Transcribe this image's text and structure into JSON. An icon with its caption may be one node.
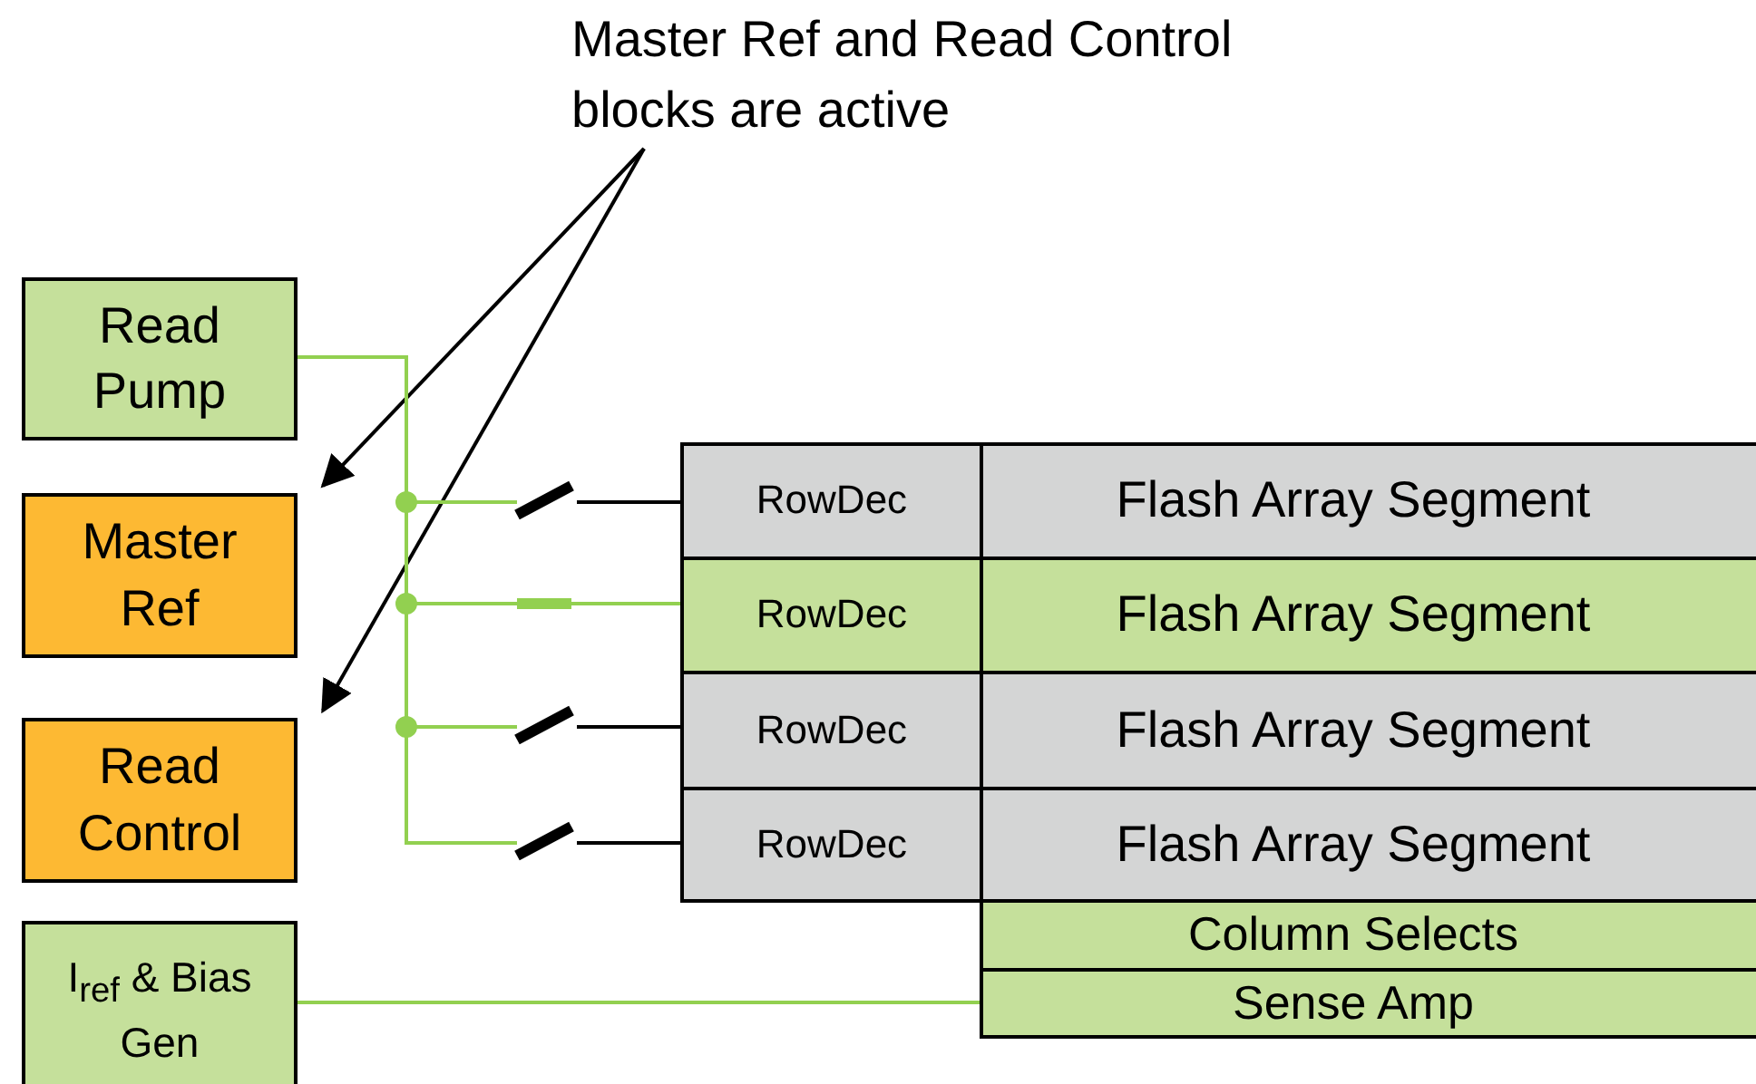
{
  "diagram": {
    "nodes": [
      {
        "text": [
          "Master Ref and Read Control blocks are active"
        ]
      },
      {
        "text": [
          "Read Pump"
        ]
      },
      {
        "text": [
          "Master Ref"
        ]
      },
      {
        "text": [
          "Read Control"
        ]
      },
      {
        "text": [
          "I$_{ref}$ & Bias Gen"
        ]
      },
      {
        "text": [
          "RowDec"
        ]
      },
      {
        "text": [
          "RowDec"
        ]
      },
      {
        "text": [
          "RowDec"
        ]
      },
      {
        "text": [
          "RowDec"
        ]
      },
      {
        "text": [
          "Flash Array Segment"
        ]
      },
      {
        "text": [
          "Flash Array Segment"
        ]
      },
      {
        "text": [
          "Flash Array Segment"
        ]
      },
      {
        "text": [
          "Flash Array Segment"
        ]
      },
      {
        "text": [
          "Column Selects"
        ]
      },
      {
        "text": [
          "Sense Amp"
        ]
      }
    ],
    "edges": [
      {
        "from": 0,
        "to": 2,
        "arrow": "to",
        "color": "#000000"
      },
      {
        "from": 0,
        "to": 3,
        "arrow": "to",
        "color": "#000000"
      },
      {
        "from": 1,
        "to": 5,
        "arrow": "none"
      },
      {
        "from": 1,
        "to": 6,
        "arrow": "none"
      },
      {
        "from": 1,
        "to": 7,
        "arrow": "none"
      },
      {
        "from": 1,
        "to": 8,
        "arrow": "none"
      },
      {
        "from": 4,
        "to": 14,
        "arrow": "none"
      }
    ]
  }
}
